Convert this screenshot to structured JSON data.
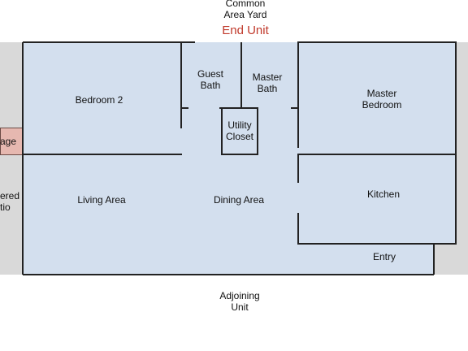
{
  "plan": {
    "top_label": {
      "line1": "Common",
      "line2": "Area Yard"
    },
    "title": "End Unit",
    "bottom_label": {
      "line1": "Adjoining",
      "line2": "Unit"
    },
    "left_tab_label": "age",
    "left_side_label": {
      "line1": "ered",
      "line2": "tio"
    },
    "rooms": {
      "bedroom2": "Bedroom 2",
      "guest_bath": {
        "line1": "Guest",
        "line2": "Bath"
      },
      "master_bath": {
        "line1": "Master",
        "line2": "Bath"
      },
      "master_bedroom": {
        "line1": "Master",
        "line2": "Bedroom"
      },
      "utility_closet": {
        "line1": "Utility",
        "line2": "Closet"
      },
      "living_area": "Living Area",
      "dining_area": "Dining Area",
      "kitchen": "Kitchen",
      "entry": "Entry"
    }
  },
  "colors": {
    "floor": "#d3dfee",
    "outside": "#d9d9d9",
    "wall": "#222222",
    "title": "#c0392b",
    "storage": "#e6b8b0"
  }
}
